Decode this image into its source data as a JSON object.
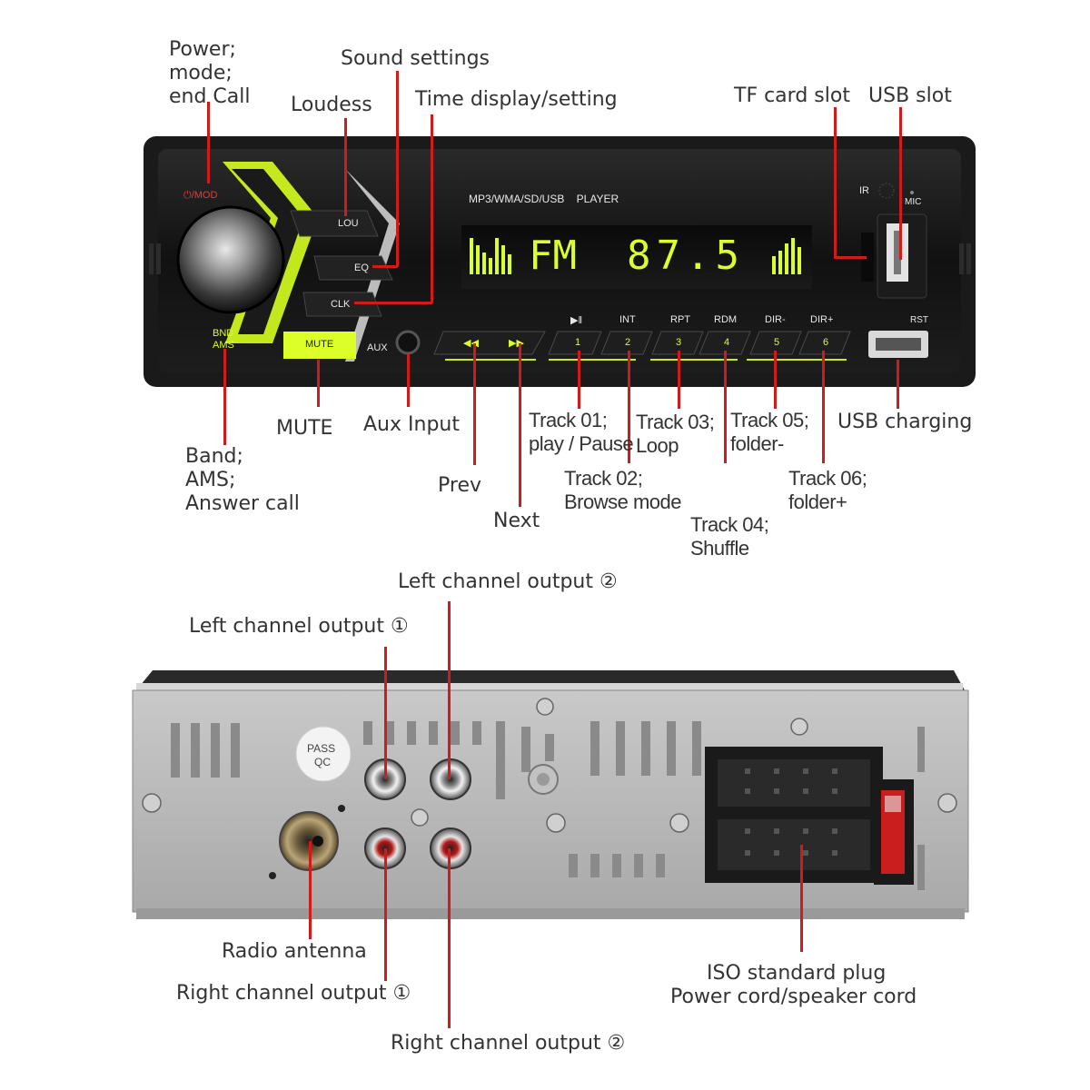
{
  "colors": {
    "leader_line": "#d11a1a",
    "panel": "#0f0f0f",
    "display_glow": "#d9ff2e",
    "chassis": "#b9b9b9"
  },
  "front": {
    "panel_labels": {
      "power_mod": "⏻/MOD",
      "lou": "LOU",
      "eq": "EQ",
      "clk": "CLK",
      "bnd": "BND",
      "ams": "AMS",
      "mute": "MUTE",
      "aux": "AUX",
      "player_title": "MP3/WMA/SD/USB    PLAYER",
      "display_band": "FM",
      "display_freq": "87.5",
      "ir": "IR",
      "mic": "MIC",
      "rst": "RST",
      "key_labels": [
        "▶ǁ",
        "INT",
        "RPT",
        "RDM",
        "DIR-",
        "DIR+"
      ],
      "key_numbers": [
        "1",
        "2",
        "3",
        "4",
        "5",
        "6"
      ],
      "prev_symbol": "◀◀",
      "next_symbol": "▶▶"
    },
    "callouts": {
      "power": [
        "Power;",
        "mode;",
        "end Call"
      ],
      "loudess": "Loudess",
      "sound_settings": "Sound settings",
      "time_display": "Time display/setting",
      "tf_card": "TF card slot",
      "usb_slot": "USB slot",
      "band": [
        "Band;",
        "AMS;",
        "Answer call"
      ],
      "mute": "MUTE",
      "aux_input": "Aux Input",
      "prev": "Prev",
      "next": "Next",
      "track01": [
        "Track 01;",
        "play / Pause"
      ],
      "track02": [
        "Track 02;",
        "Browse mode"
      ],
      "track03": [
        "Track 03;",
        "Loop"
      ],
      "track04": [
        "Track 04;",
        "Shuffle"
      ],
      "track05": [
        "Track 05;",
        "folder-"
      ],
      "track06": [
        "Track 06;",
        "folder+"
      ],
      "usb_charging": "USB charging"
    }
  },
  "rear": {
    "sticker": [
      "PASS",
      "QC"
    ],
    "callouts": {
      "left_out_2": "Left channel output ②",
      "left_out_1": "Left channel output ①",
      "radio_antenna": "Radio antenna",
      "right_out_1": "Right channel output ①",
      "right_out_2": "Right channel output ②",
      "iso_plug": [
        "ISO standard plug",
        "Power cord/speaker cord"
      ]
    }
  }
}
